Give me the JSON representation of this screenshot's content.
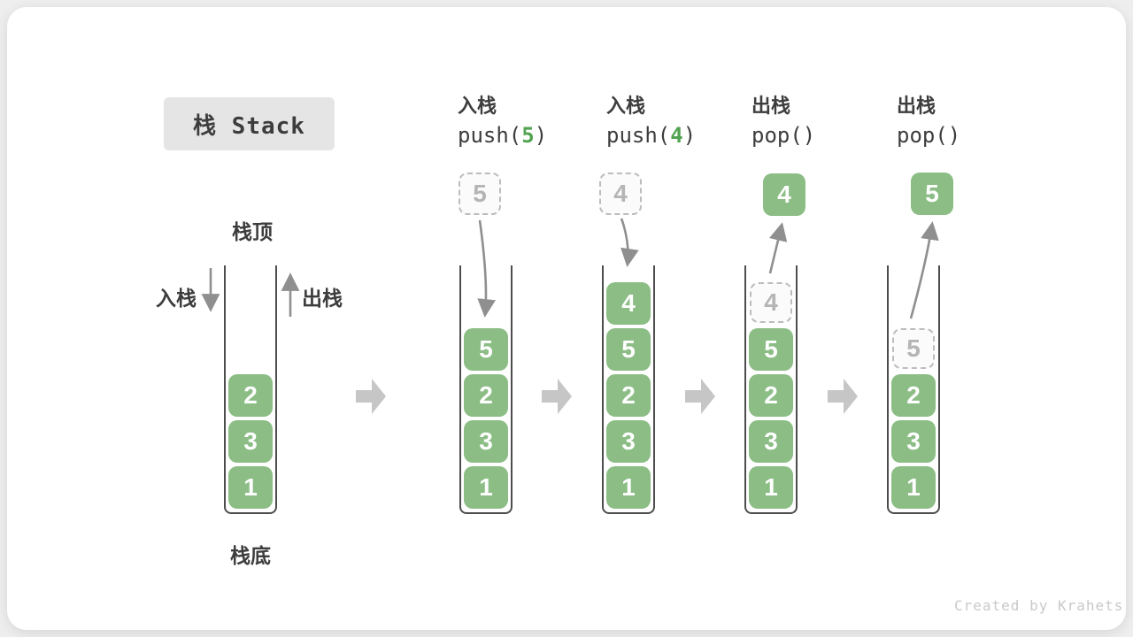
{
  "title": "栈 Stack",
  "labels": {
    "stack_top": "栈顶",
    "stack_bottom": "栈底",
    "push": "入栈",
    "pop": "出栈"
  },
  "operations": [
    {
      "label": "入栈",
      "code_before": "push(",
      "code_value": "5",
      "code_after": ")"
    },
    {
      "label": "入栈",
      "code_before": "push(",
      "code_value": "4",
      "code_after": ")"
    },
    {
      "label": "出栈",
      "code_before": "pop(",
      "code_value": "",
      "code_after": ")"
    },
    {
      "label": "出栈",
      "code_before": "pop(",
      "code_value": "",
      "code_after": ")"
    }
  ],
  "stacks": [
    {
      "cells": [
        "2",
        "3",
        "1"
      ]
    },
    {
      "incoming": "5",
      "cells": [
        "5",
        "2",
        "3",
        "1"
      ]
    },
    {
      "incoming": "4",
      "cells": [
        "4",
        "5",
        "2",
        "3",
        "1"
      ]
    },
    {
      "outgoing": "4",
      "ghost": "4",
      "cells": [
        "5",
        "2",
        "3",
        "1"
      ]
    },
    {
      "outgoing": "5",
      "ghost": "5",
      "cells": [
        "2",
        "3",
        "1"
      ]
    }
  ],
  "watermark": "Created by Krahets",
  "colors": {
    "cell_green": "#8bbd85",
    "code_accent_green": "#52a352",
    "text_dark": "#3d3d3d",
    "curve_arrow_gray": "#8f8f8f",
    "block_arrow_gray": "#c6c6c6",
    "ghost_gray": "#bcbcbc",
    "title_badge_bg": "#e5e5e5",
    "watermark_gray": "#c9c9c9"
  }
}
